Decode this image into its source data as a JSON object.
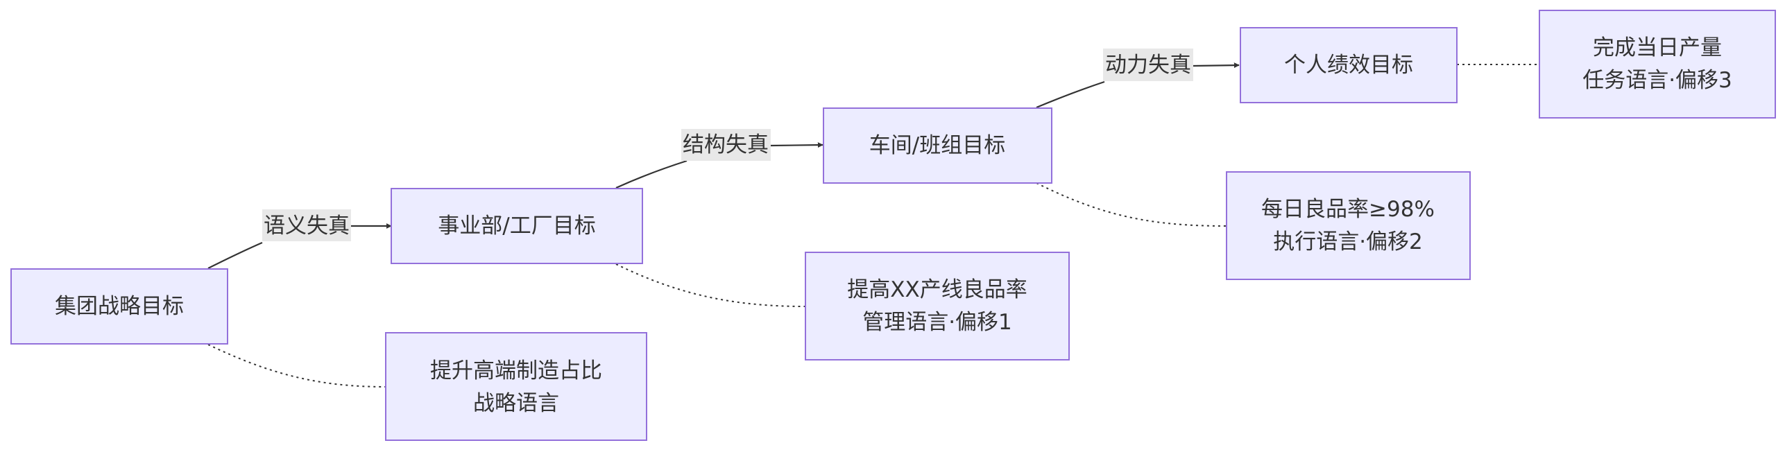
{
  "nodes": {
    "group": {
      "label": "集团战略目标"
    },
    "division": {
      "label": "事业部/工厂目标"
    },
    "workshop": {
      "label": "车间/班组目标"
    },
    "personal": {
      "label": "个人绩效目标"
    },
    "note_strategy": {
      "line1": "提升高端制造占比",
      "line2": "战略语言"
    },
    "note_management": {
      "line1": "提高XX产线良品率",
      "line2": "管理语言·偏移1"
    },
    "note_execution": {
      "line1": "每日良品率≥98%",
      "line2": "执行语言·偏移2"
    },
    "note_task": {
      "line1": "完成当日产量",
      "line2": "任务语言·偏移3"
    }
  },
  "edges": {
    "semantic": {
      "label": "语义失真"
    },
    "structural": {
      "label": "结构失真"
    },
    "motivation": {
      "label": "动力失真"
    }
  },
  "colors": {
    "node_fill": "#ececff",
    "node_stroke": "#9370db",
    "label_bg": "#e8e8e8",
    "line": "#333333",
    "text": "#333333"
  }
}
